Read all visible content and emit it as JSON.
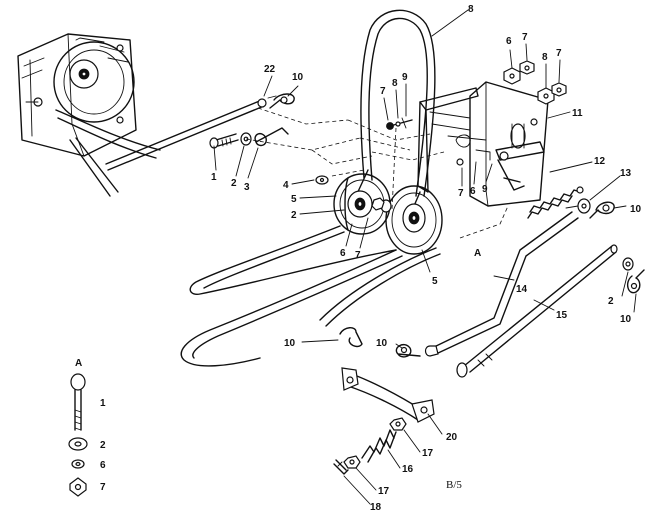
{
  "sheet_code": "B/5",
  "callouts": [
    {
      "id": "c1",
      "text": "1"
    },
    {
      "id": "c2",
      "text": "2"
    },
    {
      "id": "c3",
      "text": "3"
    },
    {
      "id": "c4",
      "text": "4"
    },
    {
      "id": "c5a",
      "text": "5"
    },
    {
      "id": "c2b",
      "text": "2"
    },
    {
      "id": "c6a",
      "text": "6"
    },
    {
      "id": "c7a",
      "text": "7"
    },
    {
      "id": "c5b",
      "text": "5"
    },
    {
      "id": "c8",
      "text": "8"
    },
    {
      "id": "c22",
      "text": "22"
    },
    {
      "id": "c10a",
      "text": "10"
    },
    {
      "id": "c7b",
      "text": "7"
    },
    {
      "id": "c8b",
      "text": "8"
    },
    {
      "id": "c9a",
      "text": "9"
    },
    {
      "id": "c6b",
      "text": "6"
    },
    {
      "id": "c7c",
      "text": "7"
    },
    {
      "id": "c8c",
      "text": "8"
    },
    {
      "id": "c7d",
      "text": "7"
    },
    {
      "id": "c11",
      "text": "11"
    },
    {
      "id": "c12",
      "text": "12"
    },
    {
      "id": "c7e",
      "text": "7"
    },
    {
      "id": "c6c",
      "text": "6"
    },
    {
      "id": "c9b",
      "text": "9"
    },
    {
      "id": "c13",
      "text": "13"
    },
    {
      "id": "c10b",
      "text": "10"
    },
    {
      "id": "cA1",
      "text": "A"
    },
    {
      "id": "c14",
      "text": "14"
    },
    {
      "id": "c15",
      "text": "15"
    },
    {
      "id": "c2c",
      "text": "2"
    },
    {
      "id": "c10c",
      "text": "10"
    },
    {
      "id": "c10d",
      "text": "10"
    },
    {
      "id": "c10e",
      "text": "10"
    },
    {
      "id": "c20",
      "text": "20"
    },
    {
      "id": "c17a",
      "text": "17"
    },
    {
      "id": "c16",
      "text": "16"
    },
    {
      "id": "c17b",
      "text": "17"
    },
    {
      "id": "c18",
      "text": "18"
    },
    {
      "id": "cA2",
      "text": "A"
    },
    {
      "id": "c1b",
      "text": "1"
    },
    {
      "id": "c2d",
      "text": "2"
    },
    {
      "id": "c6d",
      "text": "6"
    },
    {
      "id": "c7f",
      "text": "7"
    }
  ]
}
